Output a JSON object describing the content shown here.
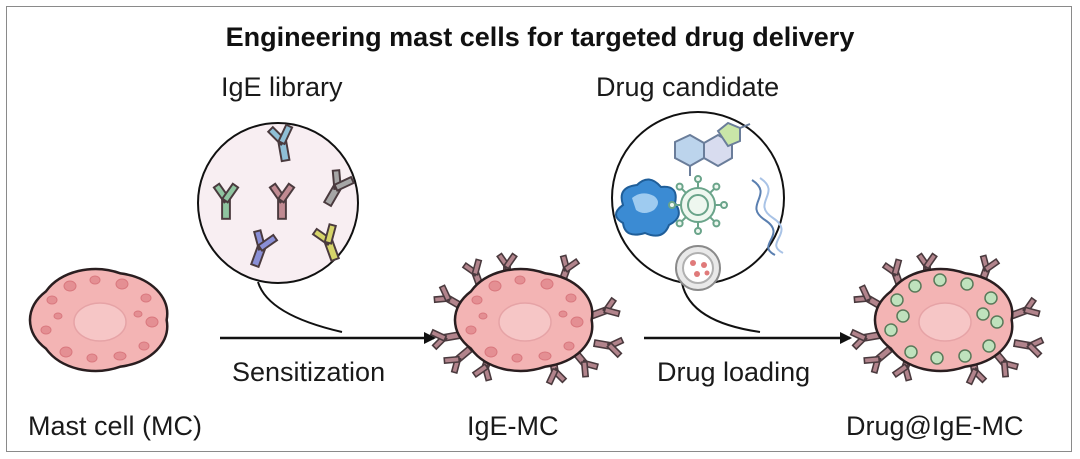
{
  "title": "Engineering mast cells for targeted drug delivery",
  "labels": {
    "ige_library": "IgE library",
    "drug_candidate": "Drug candidate",
    "sensitization": "Sensitization",
    "drug_loading": "Drug loading",
    "mast_cell": "Mast cell (MC)",
    "ige_mc": "IgE-MC",
    "drug_ige_mc": "Drug@IgE-MC"
  },
  "colors": {
    "cell_fill": "#f3b4b4",
    "cell_nucleus": "#f6c6c6",
    "granule": "#e48f93",
    "library_bubble": "#f8eef2",
    "drug_bubble": "#ffffff",
    "antibody": "#b2848c",
    "drug_granule": "#bfe2bd",
    "arrow": "#111111"
  },
  "icons": {
    "antibody_colors": [
      "#8fbfd6",
      "#8fc4a0",
      "#c08a92",
      "#a6a6a6",
      "#8a8fd6",
      "#d6d46a"
    ],
    "molecule": "small-molecule-icon",
    "protein": "protein-icon",
    "virus": "nanoparticle-icon",
    "nucleic_acid": "nucleic-acid-icon",
    "liposome": "liposome-icon"
  }
}
